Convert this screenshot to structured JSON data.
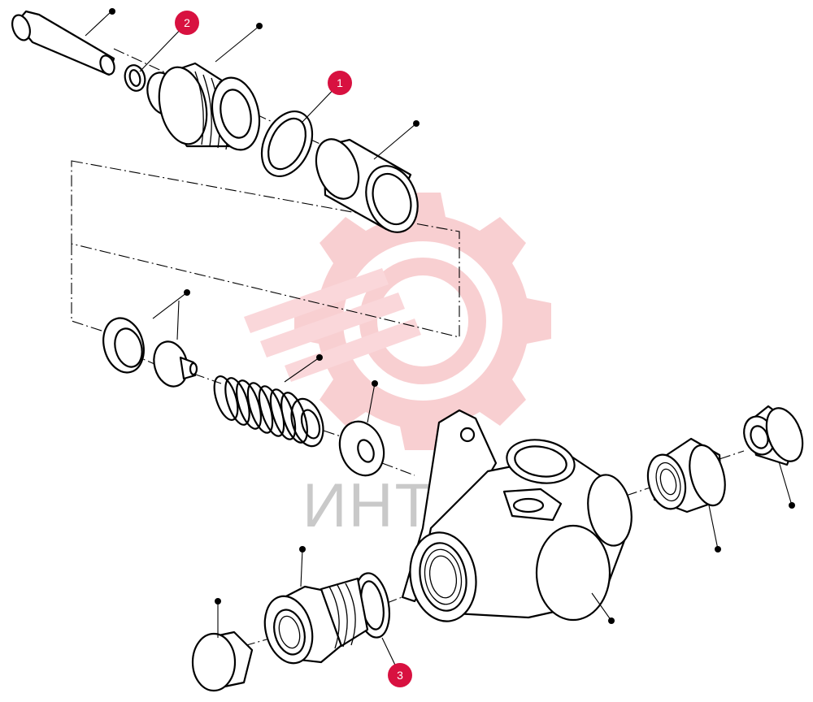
{
  "watermark": {
    "text": "ИНТЕХ",
    "color": "#f3b6b8"
  },
  "callouts": [
    {
      "label": "1",
      "color": "#d81140"
    },
    {
      "label": "2",
      "color": "#d81140"
    },
    {
      "label": "3",
      "color": "#d81140"
    }
  ]
}
